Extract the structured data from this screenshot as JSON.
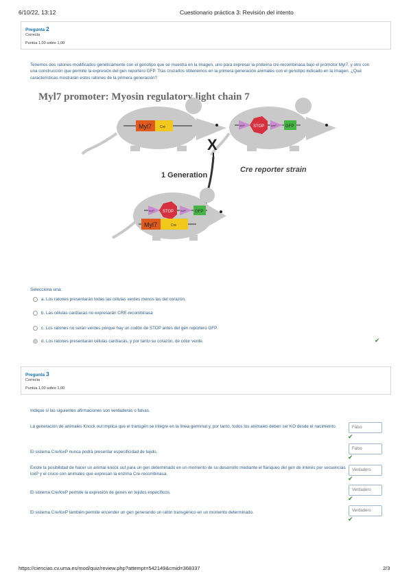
{
  "header": {
    "datetime": "6/10/22, 13:12",
    "title": "Cuestionario práctica 3: Revisión del intento"
  },
  "q2": {
    "label": "Pregunta",
    "number": "2",
    "state": "Correcta",
    "grade": "Puntúa 1,00 sobre 1,00",
    "text": "Tenemos dos ratones modificados genéticamente con el genotipo que se muestra en la imagen, uno para expresar la proteína cre-recombinasa bajo el promotor Myl7, y otro con una construcción que permite la expresión del gen reportero GFP. Tras cruzarlos obtenemos en la primera generación animales con el genotipo indicado en la imagen. ¿Qué características mostrarán estos ratones de la primera generación?",
    "figure": {
      "title": "Myl7 promoter: Myosin regulatory light chain 7",
      "myl7": "Myl7",
      "cre": "Cre",
      "loxp": "loxP",
      "stop": "STOP",
      "gfp": "GFP",
      "cross": "X",
      "generation": "1 Generation",
      "reporter": "Cre reporter strain"
    },
    "prompt": "Selecciona una:",
    "options": [
      "a. Los ratones presentarán todas las células verdes menos las del corazón.",
      "b. Las células cardíacas no expresarán CRE-recombinasa",
      "c. Los ratones no serán verdes porque hay un codón de STOP antes del gen reportero GFP.",
      "d. Los ratones presentarán células cardíacas, y por tanto su corazón, de color verde."
    ],
    "check": "✔"
  },
  "q3": {
    "label": "Pregunta",
    "number": "3",
    "state": "Correcta",
    "grade": "Puntúa 1,00 sobre 1,00",
    "text": "Indique si las siguientes afirmaciones son verdaderas o falsas.",
    "statements": [
      {
        "text": "La generación de animales Knock out implica que el transgén se integre en la línea germinal y, por tanto, todos los animales deben ser KO desde el nacimiento.",
        "answer": "Falso"
      },
      {
        "text": "El sistema Cre/loxP nunca podrá presentar especificidad de tejido.",
        "answer": "Falso"
      },
      {
        "text": "Existe la posibilidad de hacer un animal knock out para un gen determinado en un momento de su desarrollo mediante el flanqueo del gen de interés por secuencias loxP y el cruce con animales que expresan la enzima Cre-recombinasa.",
        "answer": "Verdadero"
      },
      {
        "text": "El sistema Cre/loxP permite la expresión de genes en tejidos específicos.",
        "answer": "Verdadero"
      },
      {
        "text": "El sistema Cre/loxP también permite encender un gen generando un ratón transgénico en un momento determinado.",
        "answer": "Verdadero"
      }
    ],
    "check": "✔"
  },
  "footer": {
    "url": "https://ciencias.cv.uma.es/mod/quiz/review.php?attempt=542149&cmid=368337",
    "page": "2/3"
  },
  "colors": {
    "link": "#0f6fc5",
    "mouse": "#c9c9c9",
    "myl7": "#e05a1e",
    "cre": "#f2c81c",
    "loxp": "#c98bd0",
    "stop": "#d7303f",
    "gfp": "#46b445",
    "check": "#3a8a3a"
  }
}
